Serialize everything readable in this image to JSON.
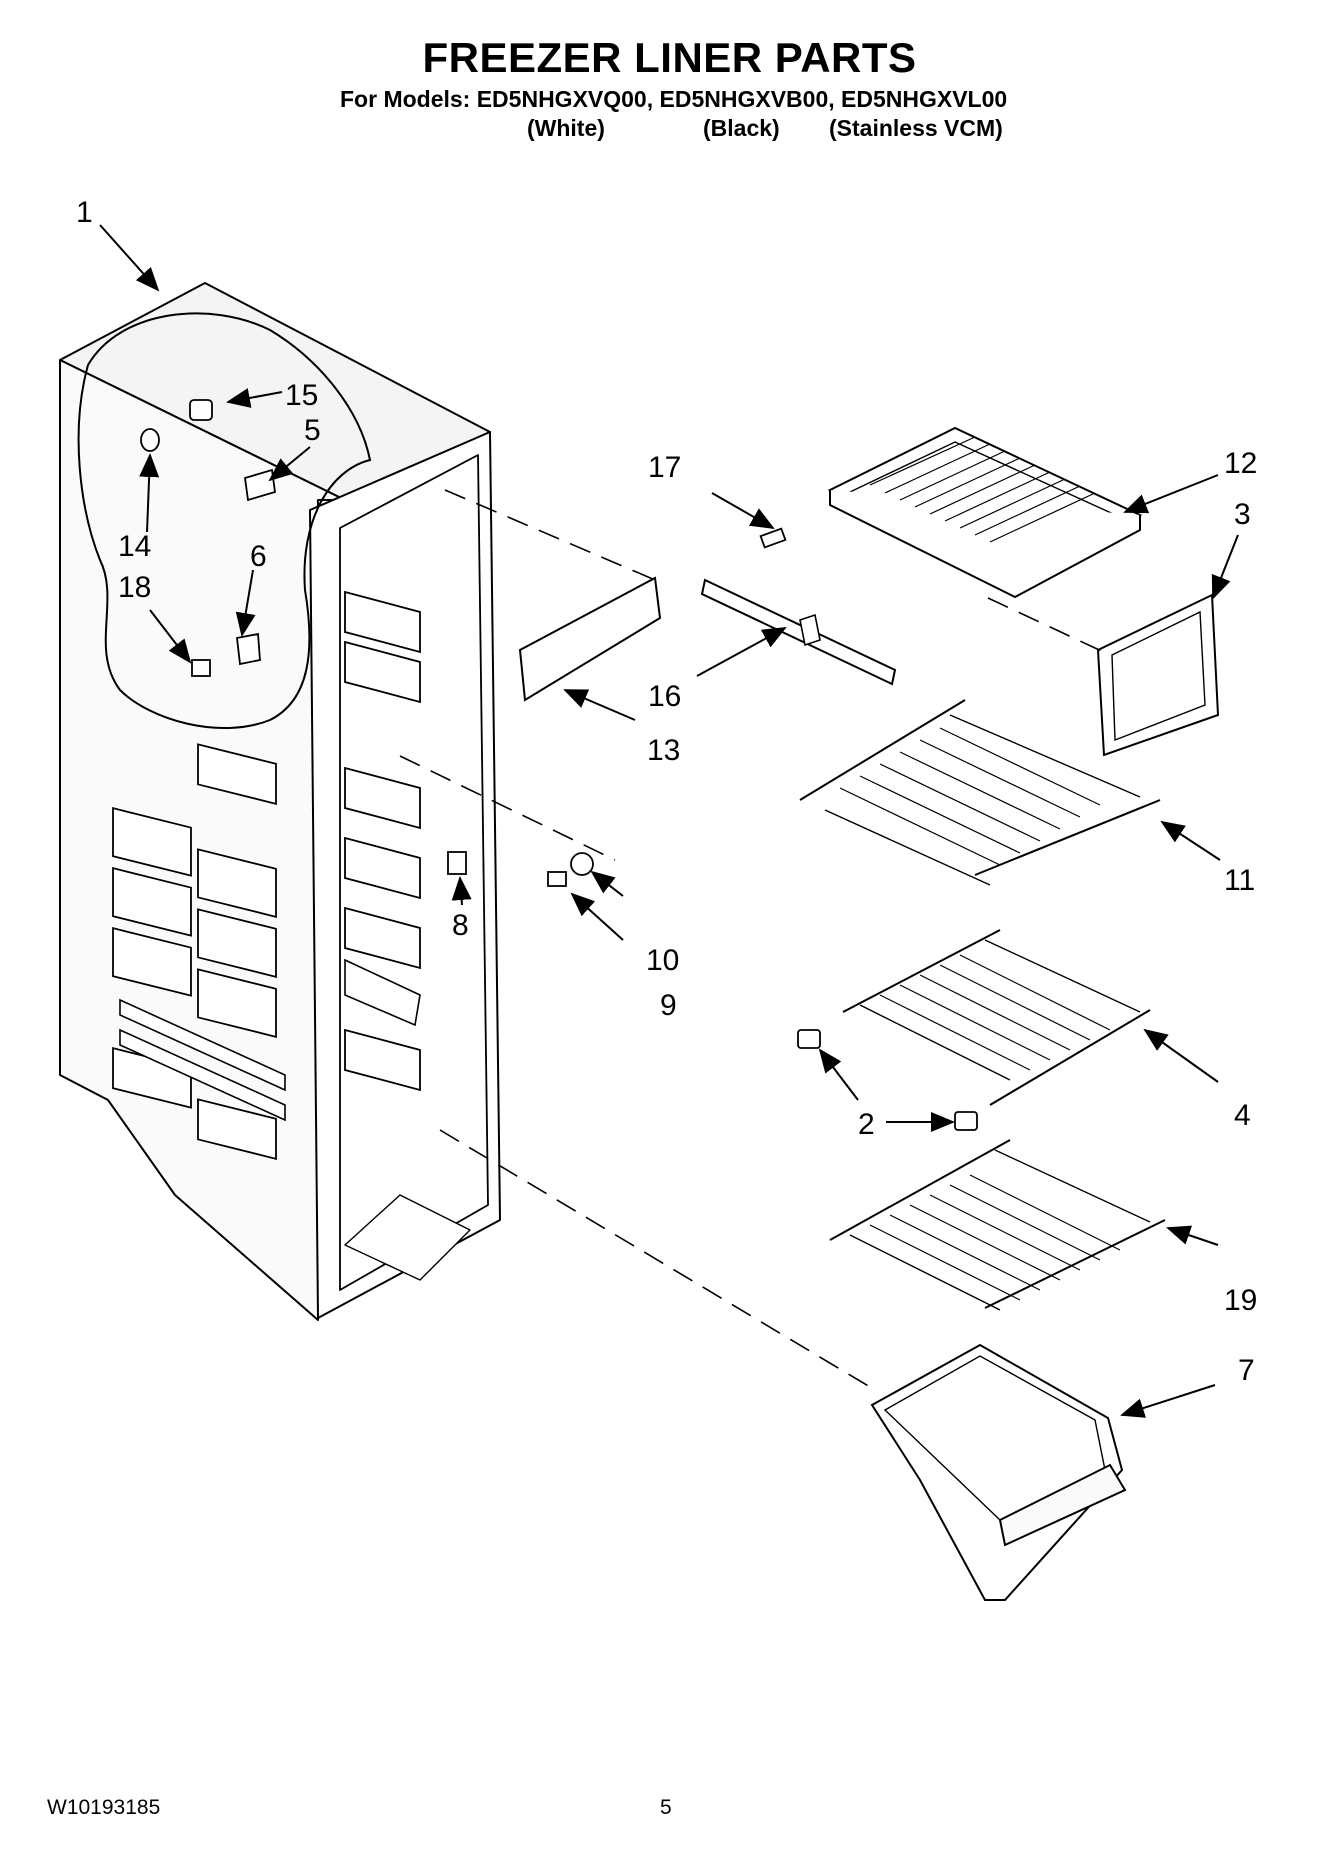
{
  "header": {
    "title": "FREEZER LINER PARTS",
    "models_line": "For Models: ED5NHGXVQ00, ED5NHGXVB00, ED5NHGXVL00",
    "color_white": "(White)",
    "color_black": "(Black)",
    "color_stainless": "(Stainless VCM)"
  },
  "callouts": {
    "c1": "1",
    "c2": "2",
    "c3": "3",
    "c4": "4",
    "c5": "5",
    "c6": "6",
    "c7": "7",
    "c8": "8",
    "c9": "9",
    "c10": "10",
    "c11": "11",
    "c12": "12",
    "c13": "13",
    "c14": "14",
    "c15": "15",
    "c16": "16",
    "c17": "17",
    "c18": "18",
    "c19": "19"
  },
  "footer": {
    "doc_number": "W10193185",
    "page_number": "5"
  }
}
